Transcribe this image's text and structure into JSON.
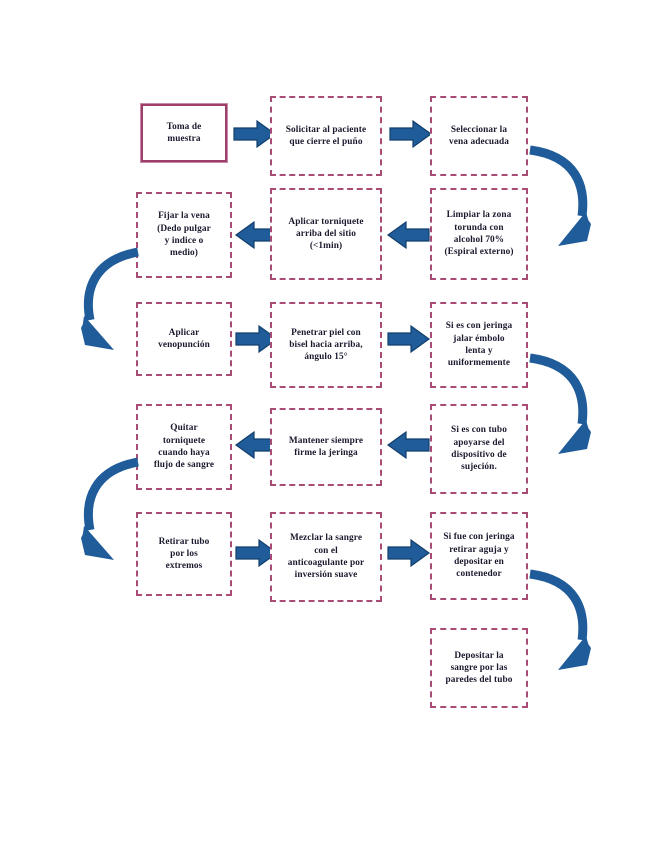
{
  "document": {
    "kind": "flowchart",
    "title": "Toma de muestra sanguinea - diagrama de flujo",
    "colors": {
      "box_border": "#a84b75",
      "box_border_solid": "#9e3f69",
      "arrow_fill": "#1f5c99",
      "arrow_stroke": "#123f6b",
      "text": "#1a1a2e",
      "background": "#ffffff"
    }
  },
  "nodes": [
    {
      "id": "n1",
      "label": "Toma de\nmuestra",
      "style": "solid",
      "row": 1,
      "col": 1
    },
    {
      "id": "n2",
      "label": "Solicitar al paciente\nque cierre el puño",
      "style": "dashed",
      "row": 1,
      "col": 2
    },
    {
      "id": "n3",
      "label": "Seleccionar la\nvena adecuada",
      "style": "dashed",
      "row": 1,
      "col": 3
    },
    {
      "id": "n4",
      "label": "Limpiar la zona\ntorunda con\nalcohol 70%\n(Espiral externo)",
      "style": "dashed",
      "row": 2,
      "col": 3
    },
    {
      "id": "n5",
      "label": "Aplicar torniquete\narriba del sitio\n(<1min)",
      "style": "dashed",
      "row": 2,
      "col": 2
    },
    {
      "id": "n6",
      "label": "Fijar la vena\n(Dedo pulgar\ny indice o\nmedio)",
      "style": "dashed",
      "row": 2,
      "col": 1
    },
    {
      "id": "n7",
      "label": "Aplicar\nvenopunción",
      "style": "dashed",
      "row": 3,
      "col": 1
    },
    {
      "id": "n8",
      "label": "Penetrar piel con\nbisel hacia arriba,\nángulo 15°",
      "style": "dashed",
      "row": 3,
      "col": 2
    },
    {
      "id": "n9",
      "label": "Si es con jeringa\njalar émbolo\nlenta y\nuniformemente",
      "style": "dashed",
      "row": 3,
      "col": 3
    },
    {
      "id": "n10",
      "label": "Si es con tubo\napoyarse del\ndispositivo de\nsujeción.",
      "style": "dashed",
      "row": 4,
      "col": 3
    },
    {
      "id": "n11",
      "label": "Mantener siempre\nfirme la jeringa",
      "style": "dashed",
      "row": 4,
      "col": 2
    },
    {
      "id": "n12",
      "label": "Quitar\ntorniquete\ncuando haya\nflujo de sangre",
      "style": "dashed",
      "row": 4,
      "col": 1
    },
    {
      "id": "n13",
      "label": "Retirar tubo\npor los\nextremos",
      "style": "dashed",
      "row": 5,
      "col": 1
    },
    {
      "id": "n14",
      "label": "Mezclar la sangre\ncon el\nanticoagulante por\ninversión suave",
      "style": "dashed",
      "row": 5,
      "col": 2
    },
    {
      "id": "n15",
      "label": "Si fue con jeringa\nretirar aguja y\ndepositar  en\ncontenedor",
      "style": "dashed",
      "row": 5,
      "col": 3
    },
    {
      "id": "n16",
      "label": "Depositar la\nsangre por las\nparedes del tubo",
      "style": "dashed",
      "row": 6,
      "col": 3
    }
  ],
  "edges": [
    {
      "from": "n1",
      "to": "n2",
      "shape": "straight",
      "direction": "right"
    },
    {
      "from": "n2",
      "to": "n3",
      "shape": "straight",
      "direction": "right"
    },
    {
      "from": "n3",
      "to": "n4",
      "shape": "curve",
      "direction": "right-wrap-down"
    },
    {
      "from": "n4",
      "to": "n5",
      "shape": "straight",
      "direction": "left"
    },
    {
      "from": "n5",
      "to": "n6",
      "shape": "straight",
      "direction": "left"
    },
    {
      "from": "n6",
      "to": "n7",
      "shape": "curve",
      "direction": "left-wrap-down"
    },
    {
      "from": "n7",
      "to": "n8",
      "shape": "straight",
      "direction": "right"
    },
    {
      "from": "n8",
      "to": "n9",
      "shape": "straight",
      "direction": "right"
    },
    {
      "from": "n9",
      "to": "n10",
      "shape": "curve",
      "direction": "right-wrap-down"
    },
    {
      "from": "n10",
      "to": "n11",
      "shape": "straight",
      "direction": "left"
    },
    {
      "from": "n11",
      "to": "n12",
      "shape": "straight",
      "direction": "left"
    },
    {
      "from": "n12",
      "to": "n13",
      "shape": "curve",
      "direction": "left-wrap-down"
    },
    {
      "from": "n13",
      "to": "n14",
      "shape": "straight",
      "direction": "right"
    },
    {
      "from": "n14",
      "to": "n15",
      "shape": "straight",
      "direction": "right"
    },
    {
      "from": "n15",
      "to": "n16",
      "shape": "curve",
      "direction": "right-wrap-down"
    }
  ]
}
